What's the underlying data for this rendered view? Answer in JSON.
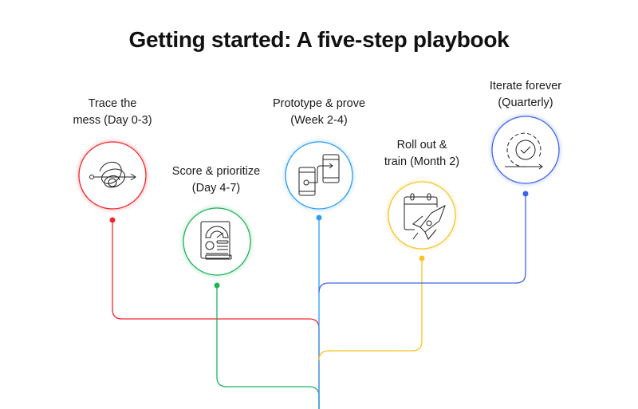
{
  "title": "Getting started: A five-step playbook",
  "steps": [
    {
      "line1": "Trace the",
      "line2": "mess (Day 0-3)",
      "icon": "tangled-path-icon",
      "color": "#f0282d"
    },
    {
      "line1": "Score & prioritize",
      "line2": "(Day 4-7)",
      "icon": "scorecard-gauge-icon",
      "color": "#1fb35a"
    },
    {
      "line1": "Prototype & prove",
      "line2": "(Week 2-4)",
      "icon": "prototype-screens-icon",
      "color": "#2a9df4"
    },
    {
      "line1": "Roll out &",
      "line2": "train (Month 2)",
      "icon": "calendar-rocket-icon",
      "color": "#f7c325"
    },
    {
      "line1": "Iterate forever",
      "line2": "(Quarterly)",
      "icon": "iterate-check-icon",
      "color": "#3d63e8"
    }
  ]
}
